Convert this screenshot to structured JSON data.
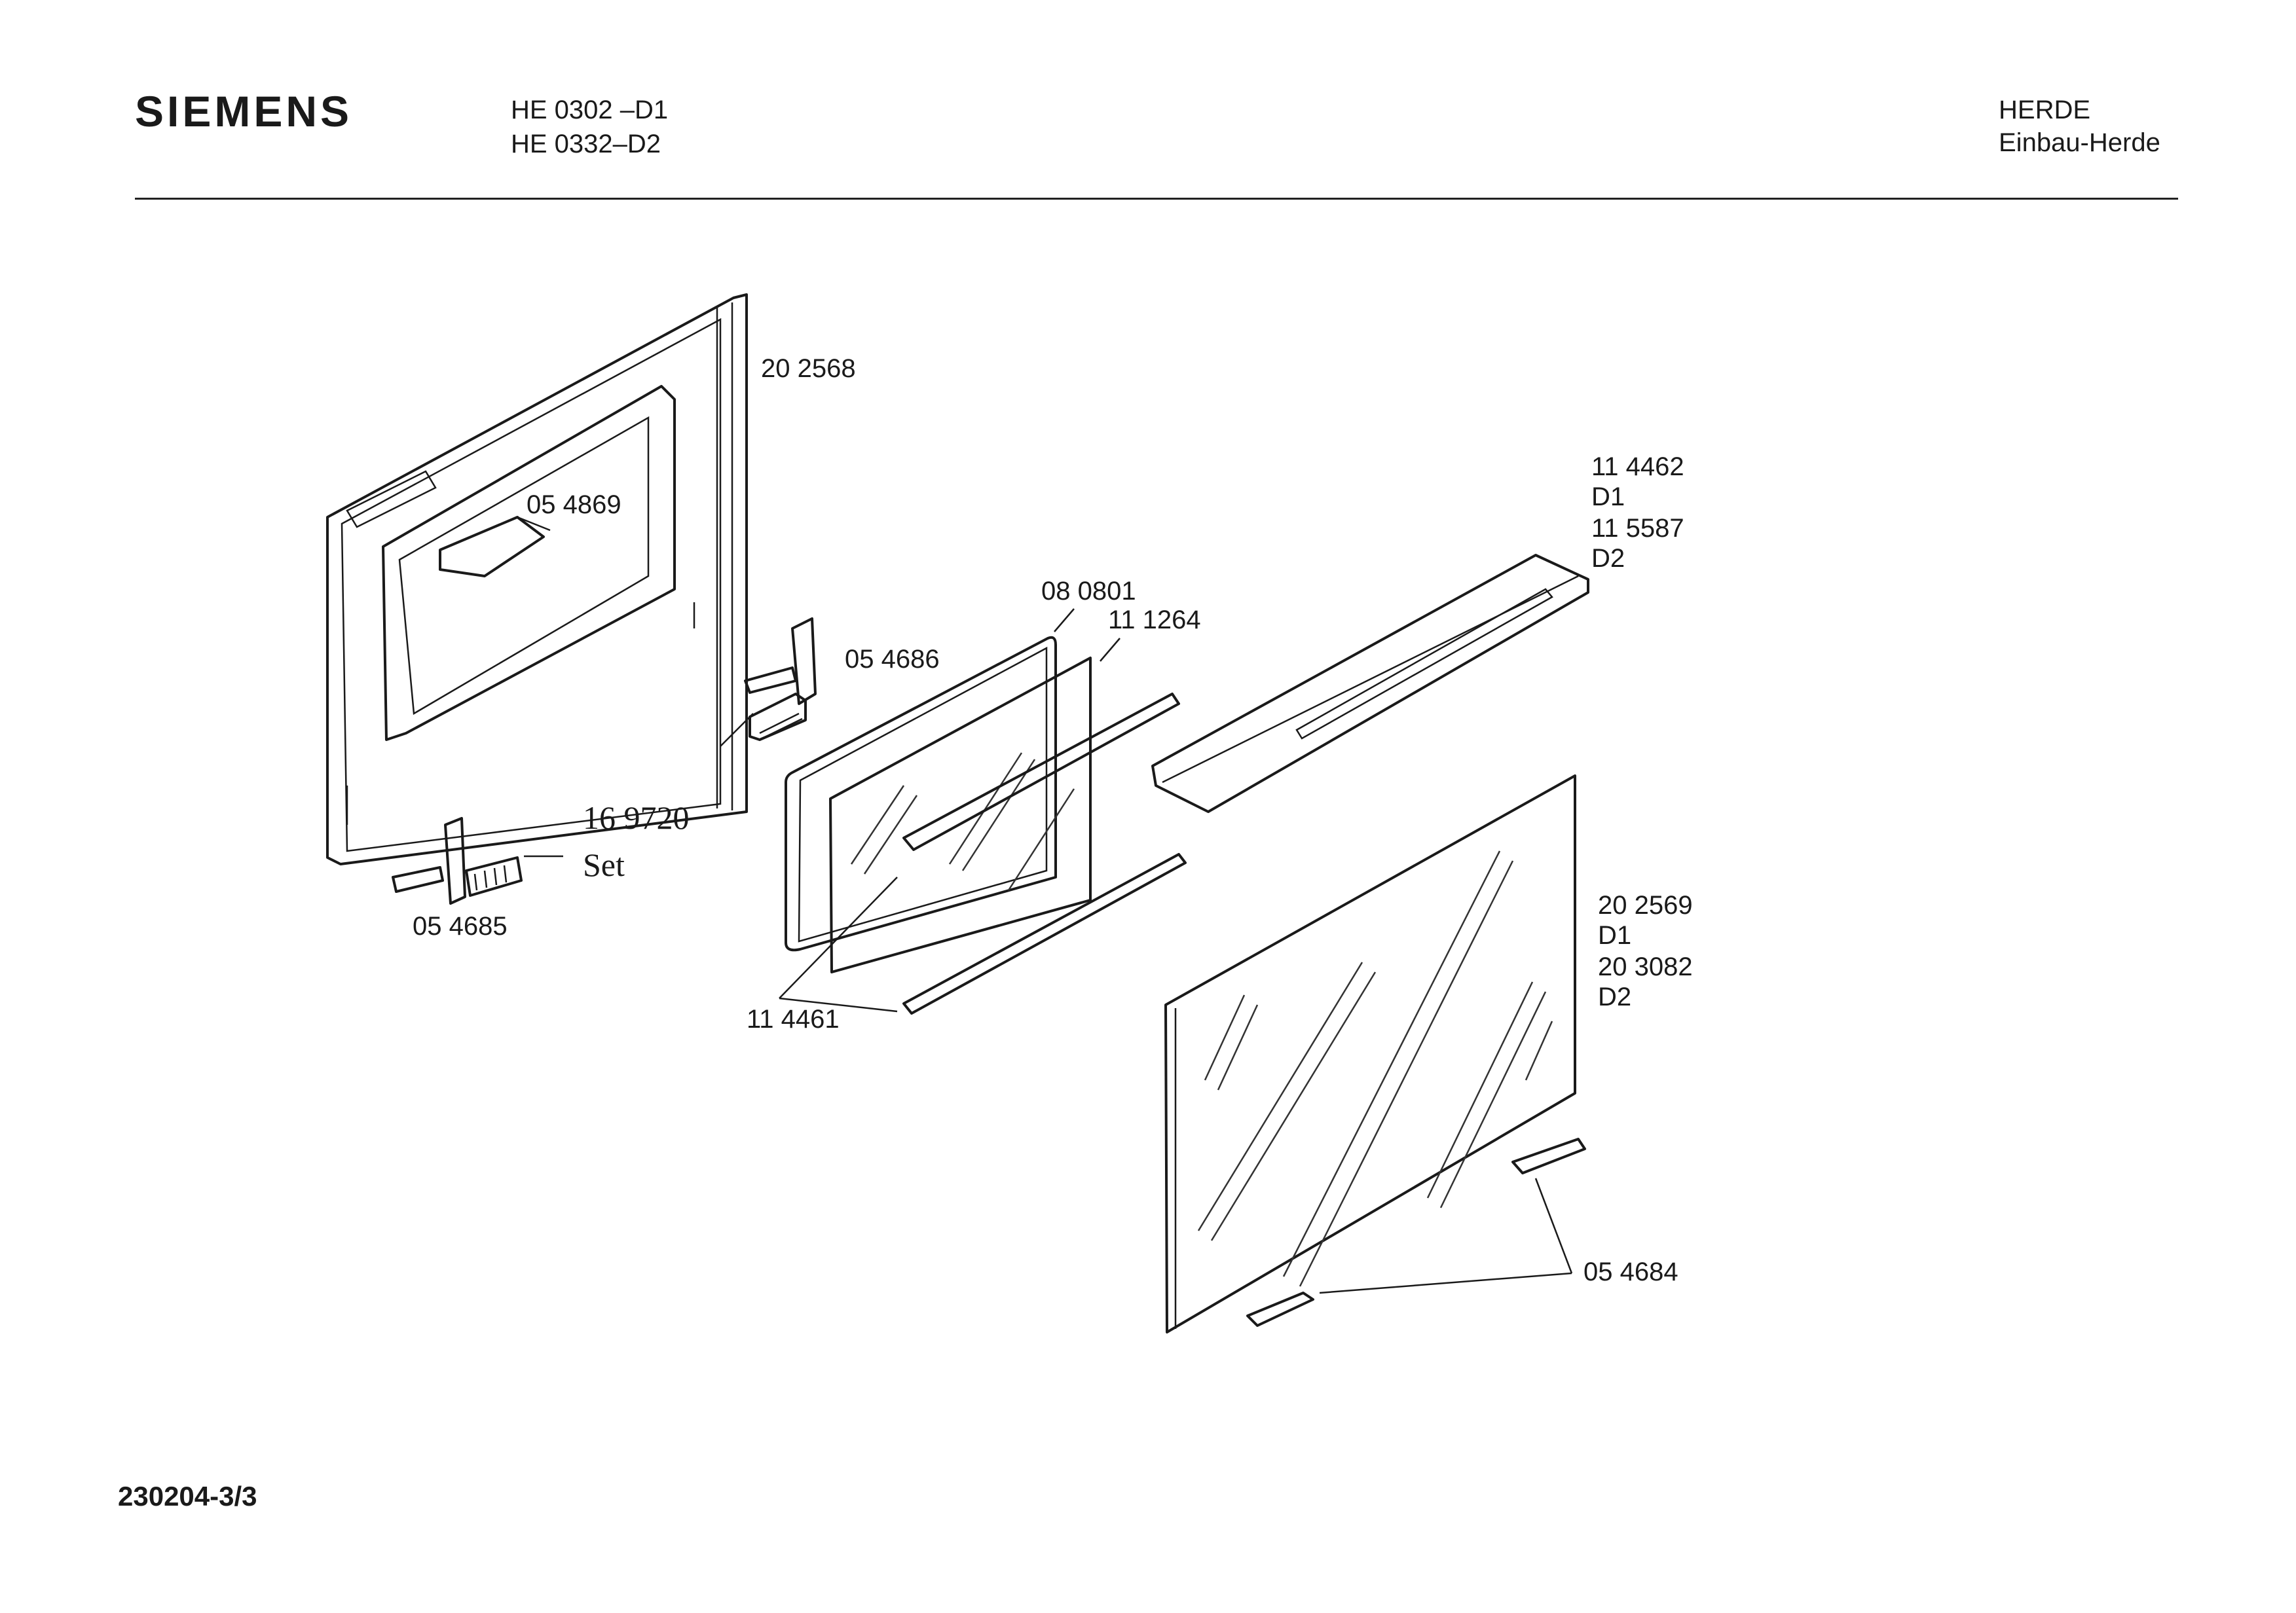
{
  "header": {
    "brand": "SIEMENS",
    "models": [
      "HE 0302   –D1",
      "HE 0332–D2"
    ],
    "category": [
      "HERDE",
      "Einbau-Herde"
    ]
  },
  "footer": {
    "document_number": "230204-3/3"
  },
  "parts": {
    "p202568": "20 2568",
    "p054869": "05 4869",
    "p054686": "05 4686",
    "p169720": "16 9720",
    "set": "Set",
    "p054685": "05 4685",
    "p080801": "08 0801",
    "p111264": "11 1264",
    "p114461": "11 4461",
    "p114462": "11 4462",
    "d1a": "D1",
    "p115587": "11 5587",
    "d2a": "D2",
    "p202569": "20 2569",
    "d1b": "D1",
    "p203082": "20 3082",
    "d2b": "D2",
    "p054684": "05 4684"
  }
}
